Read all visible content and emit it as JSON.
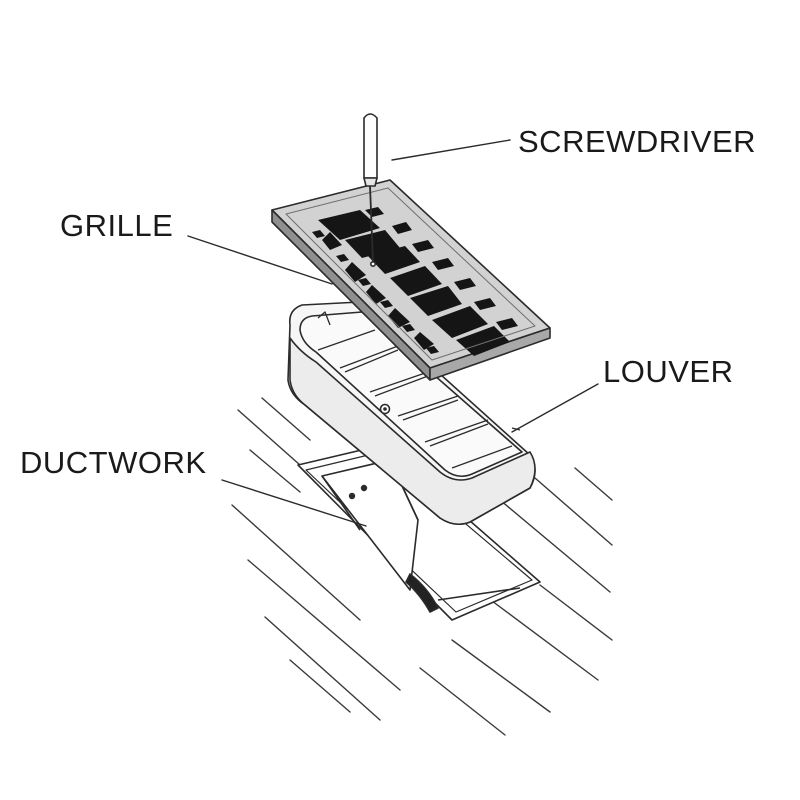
{
  "labels": {
    "screwdriver": "SCREWDRIVER",
    "grille": "GRILLE",
    "louver": "LOUVER",
    "ductwork": "DUCTWORK"
  },
  "colors": {
    "line": "#2b2b2b",
    "grille_face": "#d2d2d2",
    "grille_side": "#8f8f8f",
    "pattern": "#151515",
    "louver_body": "#f6f6f6",
    "louver_shade": "#e6e6e6",
    "gasket": "#222222"
  }
}
